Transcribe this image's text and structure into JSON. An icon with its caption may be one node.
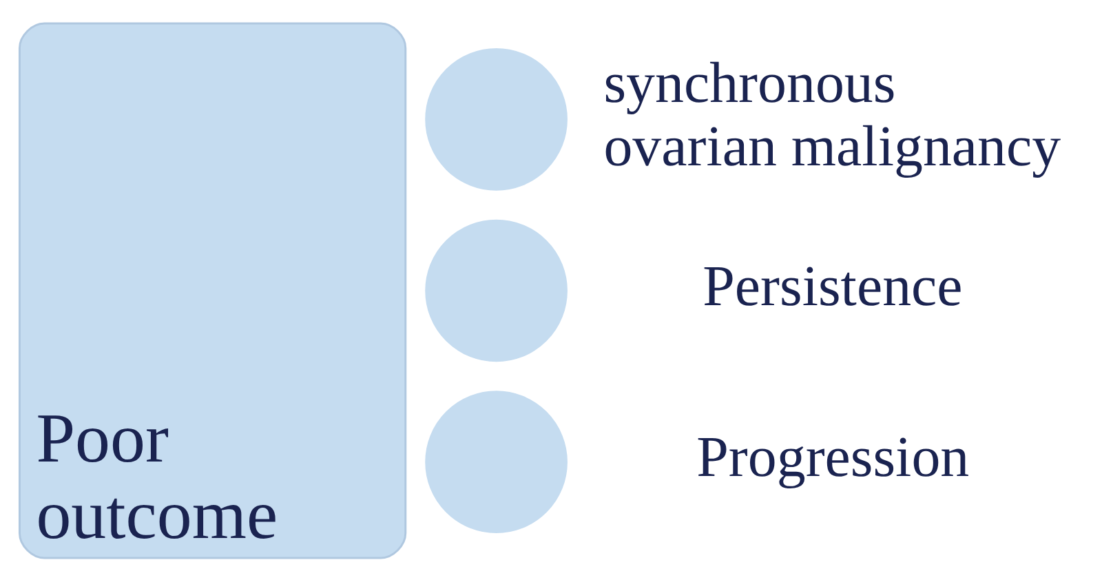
{
  "diagram": {
    "nodes": [
      {
        "text": [
          "Poor outcome"
        ]
      },
      {
        "text": [],
        "shape": "circle",
        "beside": [
          "synchronous ovarian malignancy"
        ]
      },
      {
        "text": [],
        "shape": "circle",
        "beside": [
          "Persistence"
        ]
      },
      {
        "text": [],
        "shape": "circle",
        "beside": [
          "Progression"
        ]
      }
    ]
  }
}
